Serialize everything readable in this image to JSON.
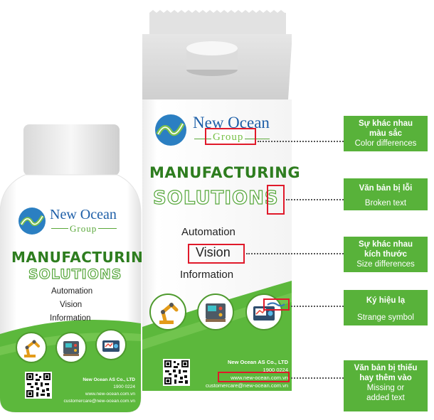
{
  "brand": {
    "name_top": "New Ocean",
    "name_bottom": "Group"
  },
  "headline": {
    "line1": "MANUFACTURING",
    "line2": "SOLUTIONS"
  },
  "services": {
    "small": [
      "Automation",
      "Vision",
      "Information"
    ],
    "large": [
      "Automation",
      "Vision",
      "Information"
    ]
  },
  "contact": {
    "company": "New Ocean AS Co., LTD",
    "phone": "1900 0224",
    "website": "www.new-ocean.com.vn",
    "email": "customercare@new-ocean.com.vn"
  },
  "callouts": [
    {
      "vi": "Sự khác nhau màu sắc",
      "en": "Color differences"
    },
    {
      "vi": "Văn bản bị lỗi",
      "en": "Broken text"
    },
    {
      "vi": "Sự khác nhau kích thước",
      "en": "Size differences"
    },
    {
      "vi": "Ký hiệu lạ",
      "en": "Strange symbol"
    },
    {
      "vi": "Văn bản bị thiếu hay thêm vào",
      "en": "Missing or added text"
    }
  ],
  "icons": [
    "robot-arm-icon",
    "control-panel-icon",
    "vision-inspection-icon"
  ],
  "colors": {
    "green": "#58b23a",
    "dark_green": "#2e7d1f",
    "blue": "#1e5fa8",
    "red": "#e0192a"
  }
}
